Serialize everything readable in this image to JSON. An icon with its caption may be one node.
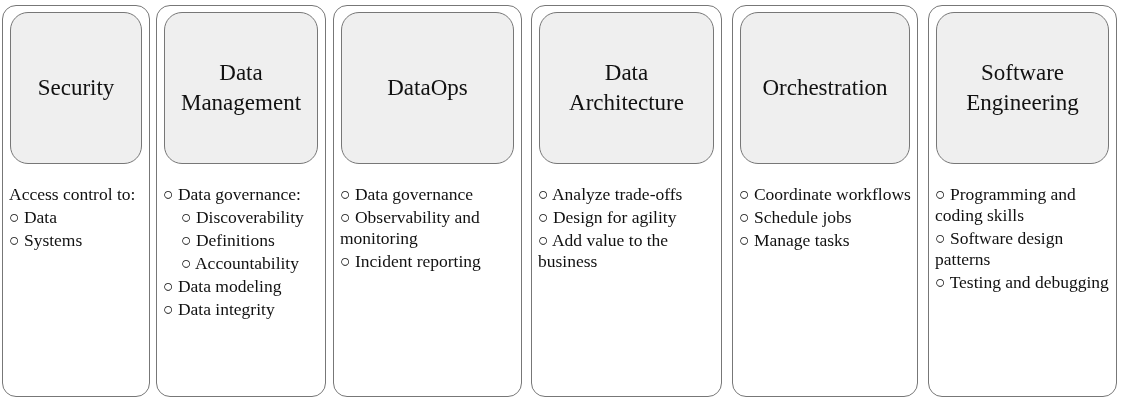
{
  "diagram": {
    "nodes": [
      {
        "text": [
          "Access control to:",
          "○ Data",
          "○ Systems"
        ]
      },
      {
        "text": [
          "Security"
        ],
        "in": 0
      },
      {
        "text": [
          "○ Data governance:",
          "○ Discoverability",
          "○ Definitions",
          "○ Accountability",
          "○ Data modeling",
          "○ Data integrity"
        ]
      },
      {
        "text": [
          "Data Management"
        ],
        "in": 2
      },
      {
        "text": [
          "○ Data governance",
          "○ Observability and monitoring",
          "○ Incident reporting"
        ]
      },
      {
        "text": [
          "DataOps"
        ],
        "in": 4
      },
      {
        "text": [
          "○ Analyze trade-offs",
          "○ Design for agility",
          "○ Add value to the business"
        ]
      },
      {
        "text": [
          "Data Architecture"
        ],
        "in": 6
      },
      {
        "text": [
          "○ Coordinate workflows",
          "○ Schedule jobs",
          "○ Manage tasks"
        ]
      },
      {
        "text": [
          "Orchestration"
        ],
        "in": 8
      },
      {
        "text": [
          "○ Programming and coding skills",
          "○ Software design patterns",
          "○ Testing and debugging"
        ]
      },
      {
        "text": [
          "Software Engineering"
        ],
        "in": 10
      }
    ]
  }
}
